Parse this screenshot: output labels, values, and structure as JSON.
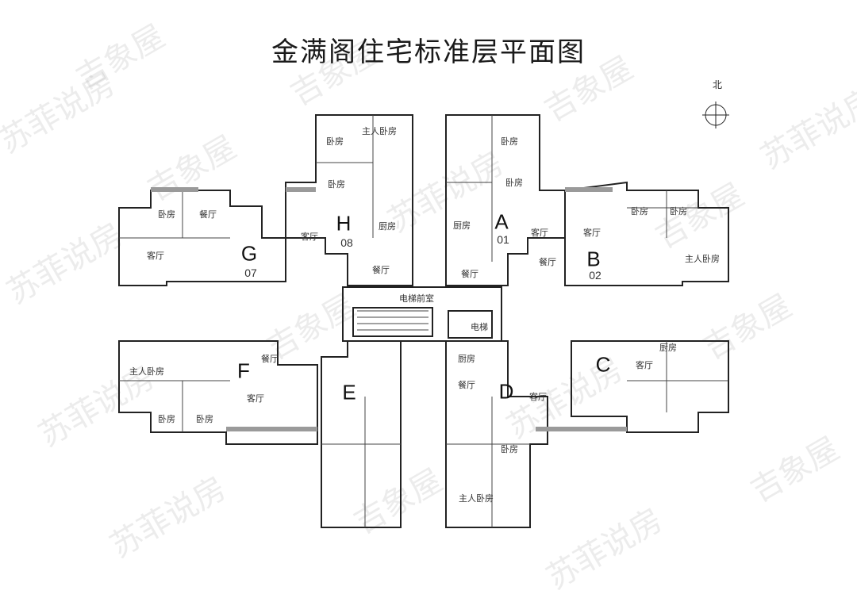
{
  "title": "金满阁住宅标准层平面图",
  "compass": {
    "north_label": "北"
  },
  "units": [
    {
      "id": "A",
      "label": "A",
      "number": "01"
    },
    {
      "id": "B",
      "label": "B",
      "number": "02"
    },
    {
      "id": "C",
      "label": "C",
      "number": ""
    },
    {
      "id": "D",
      "label": "D",
      "number": ""
    },
    {
      "id": "E",
      "label": "E",
      "number": ""
    },
    {
      "id": "F",
      "label": "F",
      "number": ""
    },
    {
      "id": "G",
      "label": "G",
      "number": "07"
    },
    {
      "id": "H",
      "label": "H",
      "number": "08"
    }
  ],
  "rooms": {
    "h_master": "卧房",
    "h_bed2": "卧房",
    "h_living": "客厅",
    "h_dining": "餐厅",
    "h_kitchen": "厨房",
    "h_master_top": "主人卧房",
    "a_master": "卧房",
    "a_bed2": "卧房",
    "a_living": "客厅",
    "a_dining": "餐厅",
    "a_kitchen": "厨房",
    "b_bed1": "卧房",
    "b_bed2": "卧房",
    "b_living": "客厅",
    "b_dining": "餐厅",
    "b_master": "主人卧房",
    "g_bed": "卧房",
    "g_living": "客厅",
    "g_dining": "餐厅",
    "f_master": "主人卧房",
    "f_bed1": "卧房",
    "f_bed2": "卧房",
    "f_living": "客厅",
    "f_dining": "餐厅",
    "core_lobby": "电梯前室",
    "core_elevator": "电梯",
    "d_kitchen": "厨房",
    "d_dining": "餐厅",
    "d_living": "客厅",
    "d_bed": "卧房",
    "d_master": "主人卧房",
    "c_kitchen": "厨房",
    "c_living": "客厅"
  },
  "watermarks": [
    "吉象屋",
    "苏菲说房"
  ],
  "colors": {
    "line": "#222222",
    "watermark": "#969696",
    "background": "#ffffff"
  }
}
